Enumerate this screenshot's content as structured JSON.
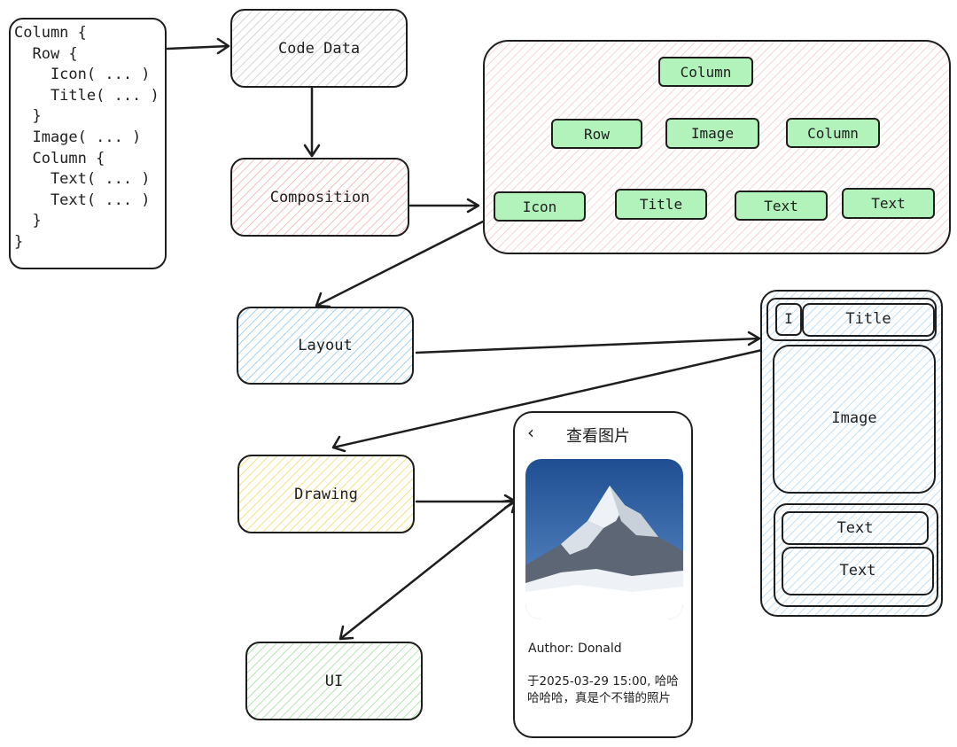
{
  "code_snippet": {
    "lines": [
      "Column {",
      "  Row {",
      "    Icon( ... )",
      "    Title( ... )",
      "  }",
      "  Image( ... )",
      "  Column {",
      "    Text( ... )",
      "    Text( ... )",
      "  }",
      "}"
    ]
  },
  "stages": {
    "code_data": "Code Data",
    "composition": "Composition",
    "layout": "Layout",
    "drawing": "Drawing",
    "ui": "UI"
  },
  "tree": {
    "root": "Column",
    "row": "Row",
    "image": "Image",
    "column": "Column",
    "icon": "Icon",
    "title": "Title",
    "text_1": "Text",
    "text_2": "Text"
  },
  "layout_preview": {
    "icon": "I",
    "title": "Title",
    "image": "Image",
    "text_1": "Text",
    "text_2": "Text"
  },
  "phone": {
    "back_icon": "chevron-left-icon",
    "title": "查看图片",
    "author": "Author: Donald",
    "description": "于2025-03-29 15:00, 哈哈哈哈哈，真是个不错的照片"
  },
  "colors": {
    "stroke": "#1e1e1e",
    "tree_node_fill": "#b2f2bb",
    "composition_hatch": "#f6c4c4",
    "layout_hatch": "#a9d4f1",
    "drawing_hatch": "#f5e58f",
    "ui_hatch": "#b7e8b7",
    "code_data_hatch": "#d9d9d9"
  }
}
